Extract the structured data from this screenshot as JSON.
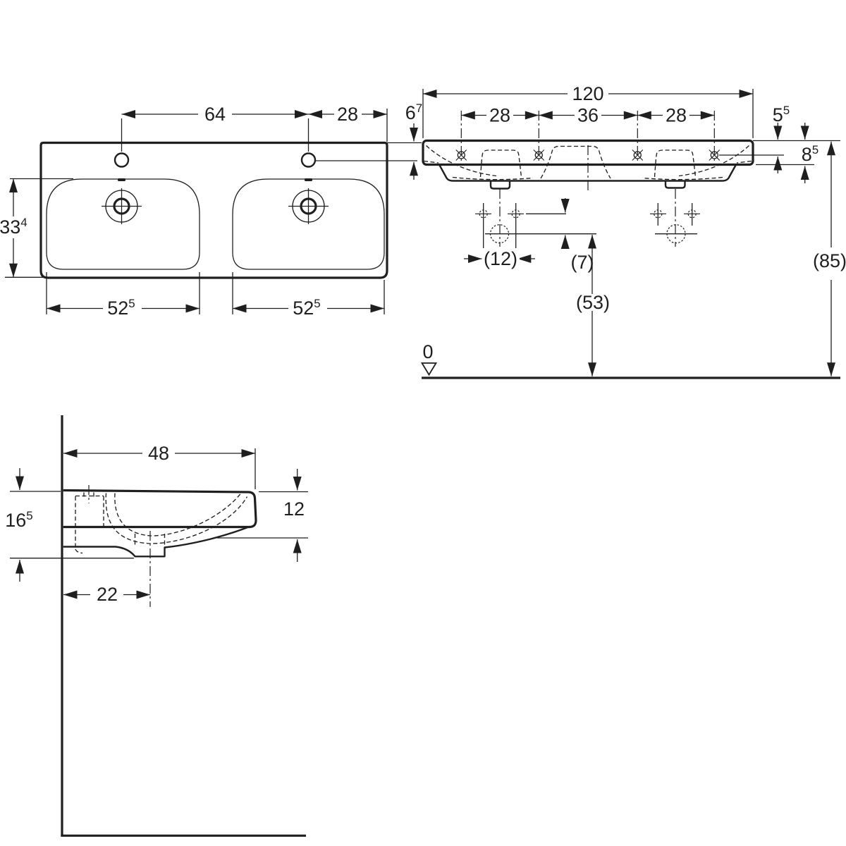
{
  "colors": {
    "line": "#1f1f1f",
    "background": "#ffffff"
  },
  "labels": {
    "plan_64": {
      "main": "64",
      "sup": ""
    },
    "plan_28": {
      "main": "28",
      "sup": ""
    },
    "plan_6_7": {
      "main": "6",
      "sup": "7"
    },
    "plan_33_4": {
      "main": "33",
      "sup": "4"
    },
    "plan_52_5_a": {
      "main": "52",
      "sup": "5"
    },
    "plan_52_5_b": {
      "main": "52",
      "sup": "5"
    },
    "front_120": {
      "main": "120",
      "sup": ""
    },
    "front_28_a": {
      "main": "28",
      "sup": ""
    },
    "front_36": {
      "main": "36",
      "sup": ""
    },
    "front_28_b": {
      "main": "28",
      "sup": ""
    },
    "front_5_5": {
      "main": "5",
      "sup": "5"
    },
    "front_8_5": {
      "main": "8",
      "sup": "5"
    },
    "front_12_paren": {
      "main": "(12)",
      "sup": ""
    },
    "front_7_paren": {
      "main": "(7)",
      "sup": ""
    },
    "front_53_paren": {
      "main": "(53)",
      "sup": ""
    },
    "front_85_paren": {
      "main": "(85)",
      "sup": ""
    },
    "front_datum_0": {
      "main": "0",
      "sup": ""
    },
    "side_48": {
      "main": "48",
      "sup": ""
    },
    "side_12": {
      "main": "12",
      "sup": ""
    },
    "side_16_5": {
      "main": "16",
      "sup": "5"
    },
    "side_22": {
      "main": "22",
      "sup": ""
    }
  }
}
